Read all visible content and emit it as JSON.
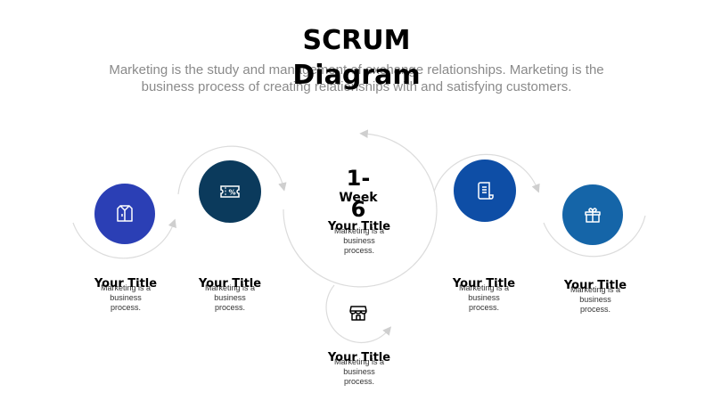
{
  "title_line1": "SCRUM",
  "title_line2": "Diagram",
  "subtitle": "Marketing is the study and management of exchange relationships. Marketing is the business process of creating relationships with and satisfying customers.",
  "center": {
    "line1": "1-",
    "line2": "Week",
    "line3": "6"
  },
  "steps": [
    {
      "title": "Your Title",
      "body": "Marketing is a business process.",
      "icon": "shirt-icon",
      "color": "#2b3fb5"
    },
    {
      "title": "Your Title",
      "body": "Marketing is a business process.",
      "icon": "coupon-icon",
      "color": "#0b3a5c"
    },
    {
      "title": "Your Title",
      "body": "Marketing is a business process.",
      "icon": "shop-icon",
      "color": "#ffffff"
    },
    {
      "title": "Your Title",
      "body": "Marketing is a business process.",
      "icon": "document-icon",
      "color": "#0e4ea6"
    },
    {
      "title": "Your Title",
      "body": "Marketing is a business process.",
      "icon": "gift-icon",
      "color": "#1565a8"
    }
  ],
  "center_step": {
    "title": "Your Title",
    "body": "Marketing is a business process."
  }
}
